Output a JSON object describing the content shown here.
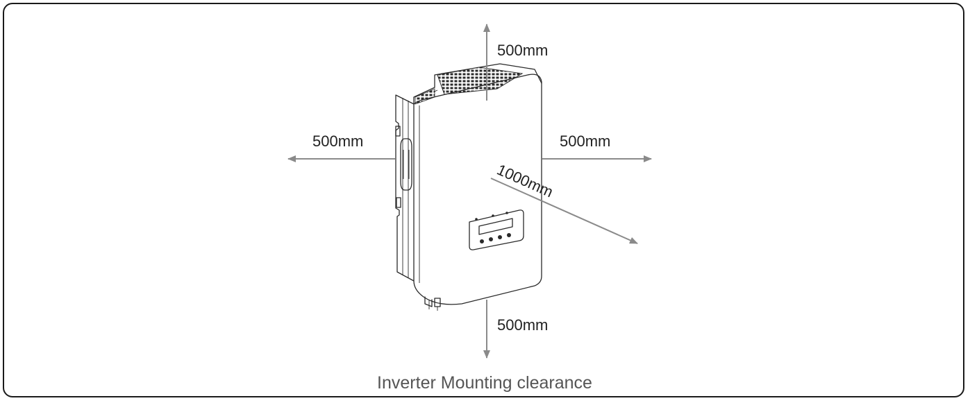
{
  "diagram": {
    "labels": {
      "top": "500mm",
      "left": "500mm",
      "right": "500mm",
      "front": "1000mm",
      "bottom": "500mm"
    },
    "caption": "Inverter Mounting clearance"
  },
  "colors": {
    "frame_border": "#1a1a1a",
    "arrow": "#8a8a8a",
    "device_outline": "#2a2a2a",
    "caption": "#555555"
  }
}
